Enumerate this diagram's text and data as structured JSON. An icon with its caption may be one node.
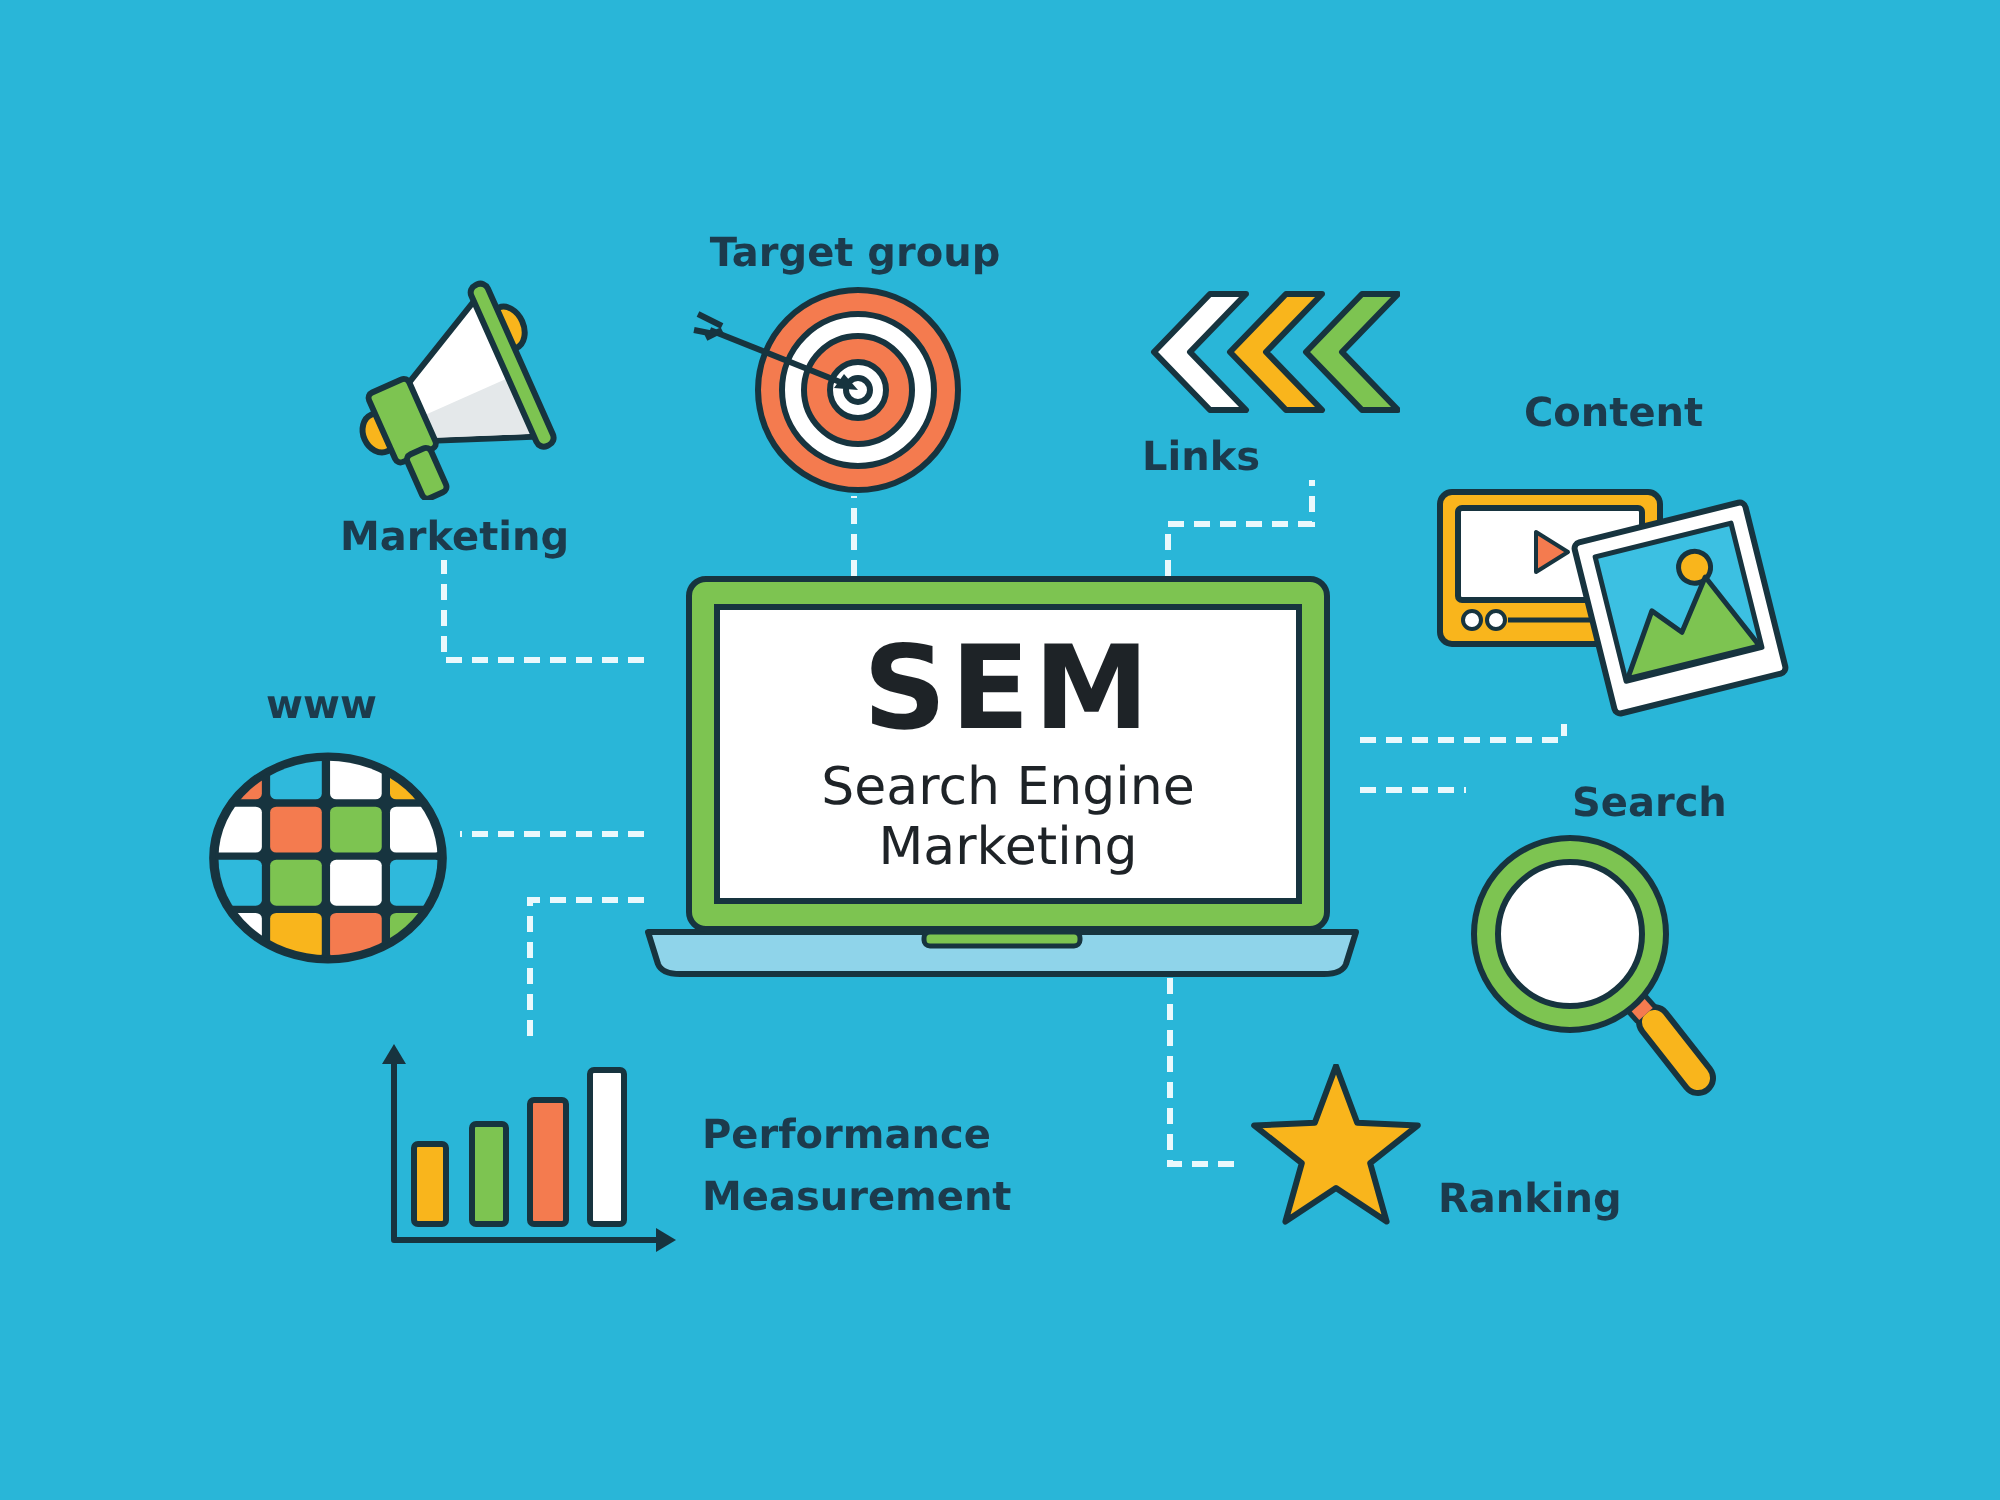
{
  "diagram": {
    "nodes": [
      {
        "text": [
          "Marketing"
        ]
      },
      {
        "text": [
          "Target group"
        ]
      },
      {
        "text": [
          "Links"
        ]
      },
      {
        "text": [
          "Content"
        ]
      },
      {
        "text": [
          "SEM",
          "Search Engine Marketing"
        ]
      },
      {
        "text": [
          "www"
        ]
      },
      {
        "text": [
          "Search"
        ]
      },
      {
        "text": [
          "Performance Measurement"
        ]
      },
      {
        "text": [
          "Ranking"
        ]
      }
    ],
    "edges": [
      {
        "from": 4,
        "to": 0,
        "arrow": "none",
        "style": "dashed"
      },
      {
        "from": 4,
        "to": 1,
        "arrow": "none",
        "style": "dashed"
      },
      {
        "from": 4,
        "to": 2,
        "arrow": "none",
        "style": "dashed"
      },
      {
        "from": 4,
        "to": 3,
        "arrow": "none",
        "style": "dashed"
      },
      {
        "from": 4,
        "to": 5,
        "arrow": "none",
        "style": "dashed"
      },
      {
        "from": 4,
        "to": 6,
        "arrow": "none",
        "style": "dashed"
      },
      {
        "from": 4,
        "to": 7,
        "arrow": "none",
        "style": "dashed"
      },
      {
        "from": 4,
        "to": 8,
        "arrow": "none",
        "style": "dashed"
      }
    ]
  }
}
